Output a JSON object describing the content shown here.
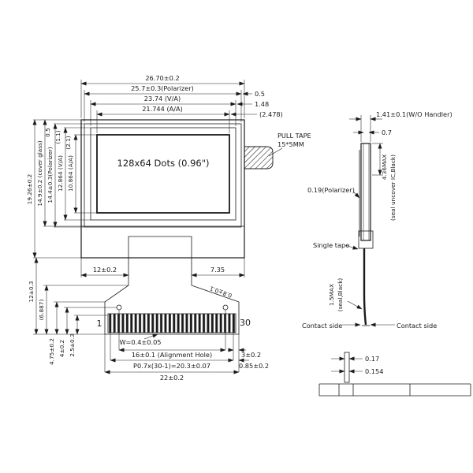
{
  "front": {
    "display": "128x64 Dots (0.96\")",
    "pull_tape1": "PULL TAPE",
    "pull_tape2": "15*5MM",
    "dim_total_w": "26.70±0.2",
    "dim_polarizer_w": "25.7±0.3(Polarizer)",
    "dim_va_w": "23.74  (V/A)",
    "dim_aa_w": "21.744  (A/A)",
    "off_05": "0.5",
    "off_148": "1.48",
    "off_2478": "(2.478)",
    "dim_total_h": "19.26±0.2",
    "dim_glass_h": "14.9±0.2 (cover glass)",
    "dim_polarizer_h": "14.4±0.3(Polarizer)",
    "dim_va_h": "12.864 (V/A)",
    "dim_aa_h": "10.864 (A/A)",
    "off_top_05": "0.5",
    "off_top_11": "(1.1)",
    "off_top_21": "(2.1)",
    "fpc_left": "12±0.2",
    "fpc_right": "7.35",
    "fpc_slant": "0.8±0.1",
    "tail_h": "12±0.3",
    "tail_6887": "(6.887)",
    "tail_25": "2.5±0.3",
    "tail_4": "4±0.2",
    "tail_475": "4.75±0.2",
    "pin_first": "1",
    "pin_last": "30",
    "pin_w": "W=0.4±0.05",
    "align_hole": "16±0.1  (Alignment Hole)",
    "pitch": "P0.7x(30-1)=20.3±0.07",
    "edge_3": "3±0.2",
    "edge_085": "0.85±0.2",
    "fpc_w": "22±0.2"
  },
  "side": {
    "thickness": "1.41±0.1(W/O Handler)",
    "t_07": "0.7",
    "seal_h": "4.36MAX",
    "seal_note": "(seal uncover IC,Black)",
    "polarizer": "0.19(Polarizer)",
    "single_tape": "Single tape",
    "seal_15": "1.5MAX",
    "seal_black": "(seal,Black)",
    "contact_l": "Contact side",
    "contact_r": "Contact side",
    "d_017": "0.17",
    "d_0154": "0.154"
  }
}
